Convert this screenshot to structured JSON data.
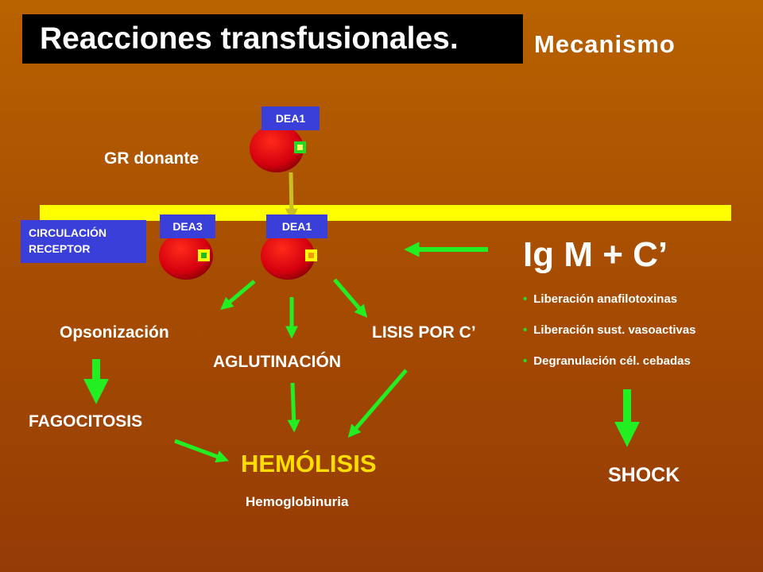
{
  "title": "Reacciones transfusionales.",
  "subtitle": "Mecanismo",
  "donor_label": "GR donante",
  "circulation_label_line1": "CIRCULACIÓN",
  "circulation_label_line2": "RECEPTOR",
  "antigens": {
    "donor": "DEA1",
    "recipient_left": "DEA3",
    "recipient_right": "DEA1"
  },
  "immune": {
    "title": "Ig M + C’",
    "bullets": [
      "Liberación anafilotoxinas",
      "Liberación sust.  vasoactivas",
      "Degranulación cél. cebadas"
    ],
    "result": "SHOCK"
  },
  "pathways": {
    "opsonization": "Opsonización",
    "agglutination": "AGLUTINACIÓN",
    "lysis": "LISIS POR C’",
    "phagocytosis": "FAGOCITOSIS"
  },
  "outcome": {
    "title": "HEMÓLISIS",
    "subtitle": "Hemoglobinuria"
  },
  "colors": {
    "arrow": "#22ee22",
    "cell": "#e00010",
    "vessel": "#ffff00",
    "tag": "#3b3fd9",
    "hemolysis_text": "#ffdd00"
  }
}
